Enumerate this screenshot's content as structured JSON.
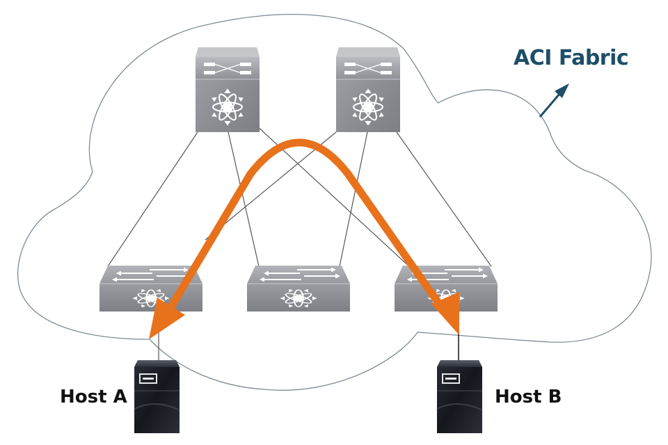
{
  "diagram": {
    "title": "ACI Fabric",
    "colors": {
      "cloud_outline": "#7d8a93",
      "link": "#555555",
      "path_arrow": "#e8711b",
      "label_arrow": "#1d4e67",
      "switch_body": "#9a9ca2",
      "host_body": "#1f222b"
    },
    "spines": [
      {
        "id": "spine-1",
        "type": "spine-switch"
      },
      {
        "id": "spine-2",
        "type": "spine-switch"
      }
    ],
    "leaves": [
      {
        "id": "leaf-1",
        "type": "leaf-switch"
      },
      {
        "id": "leaf-2",
        "type": "leaf-switch"
      },
      {
        "id": "leaf-3",
        "type": "leaf-switch"
      }
    ],
    "hosts": [
      {
        "id": "host-a",
        "label": "Host A",
        "attached_to": "leaf-1"
      },
      {
        "id": "host-b",
        "label": "Host B",
        "attached_to": "leaf-3"
      }
    ],
    "links": [
      {
        "from": "spine-1",
        "to": "leaf-1"
      },
      {
        "from": "spine-1",
        "to": "leaf-2"
      },
      {
        "from": "spine-1",
        "to": "leaf-3"
      },
      {
        "from": "spine-2",
        "to": "leaf-1"
      },
      {
        "from": "spine-2",
        "to": "leaf-2"
      },
      {
        "from": "spine-2",
        "to": "leaf-3"
      },
      {
        "from": "leaf-1",
        "to": "host-a"
      },
      {
        "from": "leaf-3",
        "to": "host-b"
      }
    ],
    "traffic_path": {
      "description": "Host B to Host A via leaf-3, spine, leaf-1",
      "arrows": [
        "toward host-a",
        "toward host-b"
      ]
    }
  }
}
